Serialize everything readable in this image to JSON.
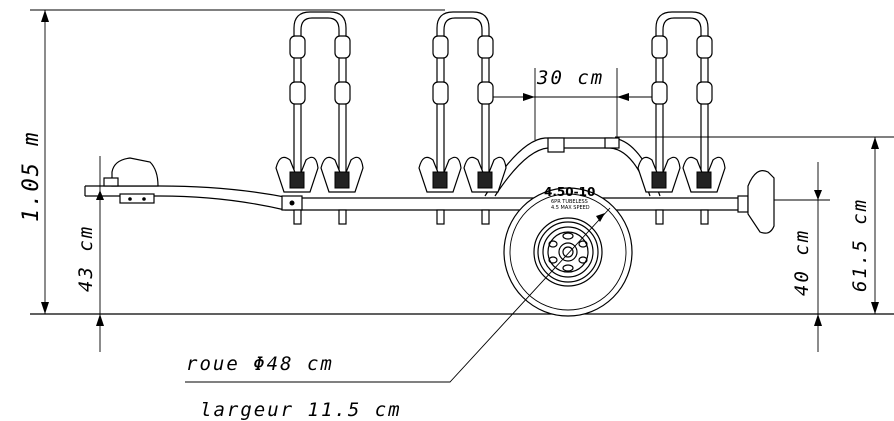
{
  "dimensions": {
    "total_height": "1.05 m",
    "coupling_height": "43 cm",
    "spacing": "30 cm",
    "frame_height": "40 cm",
    "top_height": "61.5 cm",
    "wheel": "roue Φ48 cm",
    "width": "largeur 11.5 cm"
  },
  "tire": {
    "size": "4.50-10",
    "line1": "6PR TUBELESS",
    "line2": "4.5 MAX SPEED"
  },
  "colors": {
    "ink": "#000000",
    "background": "#ffffff"
  }
}
